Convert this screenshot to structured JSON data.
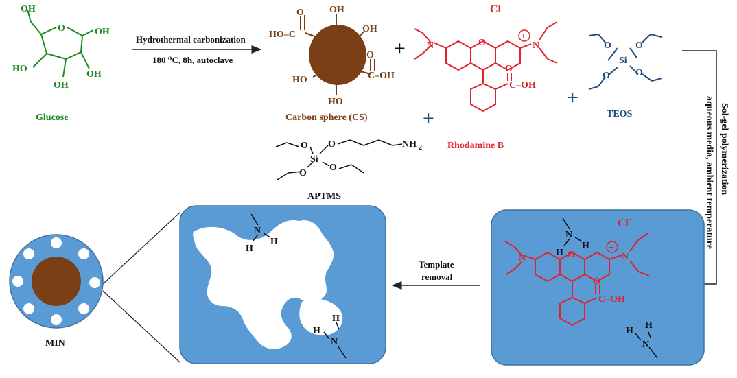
{
  "glucose": {
    "label": "Glucose",
    "oh": "OH",
    "ho": "HO",
    "o": "O",
    "color": "#1e8a22"
  },
  "reaction1": {
    "line1": "Hydrothermal carbonization",
    "line2": "180 ⁰C, 8h, autoclave"
  },
  "carbon_sphere": {
    "label": "Carbon sphere (CS)",
    "ho_c": "HO–C",
    "oh": "OH",
    "ho": "HO",
    "c_oh": "C–OH",
    "o": "O",
    "color": "#7a3f14"
  },
  "plus": "+",
  "rhodamine": {
    "label": "Rhodamine B",
    "cl": "Cl",
    "cl_sup": "-",
    "n": "N",
    "o": "O",
    "c_oh": "C–OH",
    "charge": "+",
    "color": "#e0232b"
  },
  "teos": {
    "label": "TEOS",
    "o": "O",
    "si": "Si",
    "color": "#1f4e79"
  },
  "aptms": {
    "label": "APTMS",
    "o": "O",
    "si": "Si",
    "nh2": "NH",
    "nh2_sub": "2"
  },
  "sol_gel": {
    "line1": "Sol-gel polymerization",
    "line2": "aqueous media, ambient temperature"
  },
  "template_removal": {
    "line1": "Template",
    "line2": "removal"
  },
  "min": {
    "label": "MIN"
  },
  "amine": {
    "h": "H",
    "n": "N"
  },
  "colors": {
    "matrix_blue": "#5b9bd5",
    "matrix_border": "#41719c",
    "sphere_brown": "#7a3f14"
  }
}
